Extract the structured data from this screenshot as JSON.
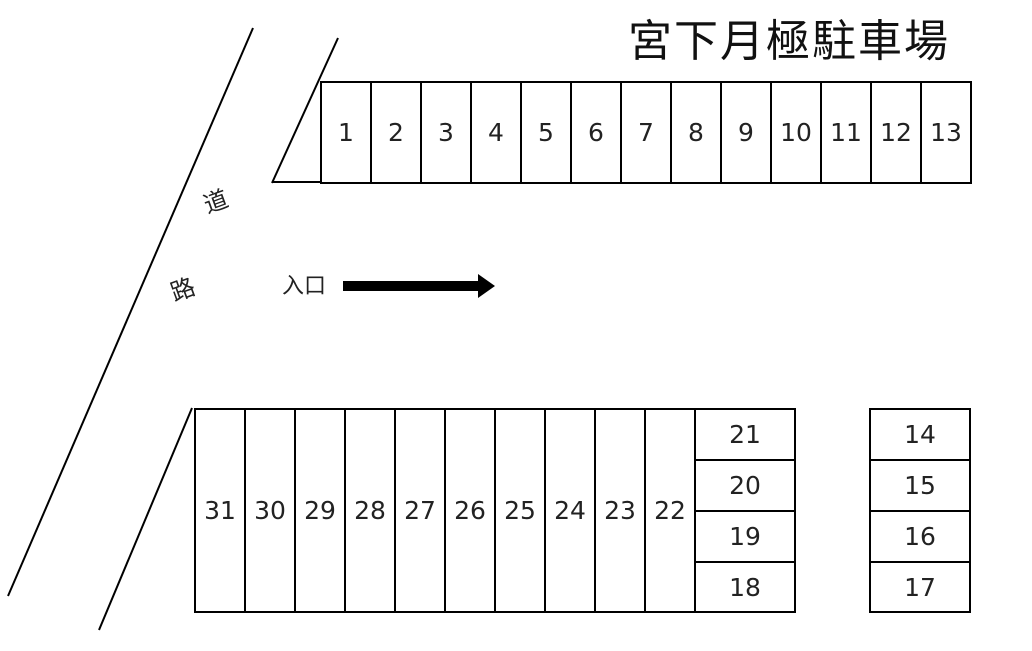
{
  "title": "宮下月極駐車場",
  "road": {
    "label_chars": [
      "道",
      "路"
    ]
  },
  "entrance": {
    "label": "入口",
    "arrow_direction": "right"
  },
  "colors": {
    "line": "#000000",
    "background": "#ffffff",
    "text": "#222222"
  },
  "top_row": {
    "stalls": [
      "1",
      "2",
      "3",
      "4",
      "5",
      "6",
      "7",
      "8",
      "9",
      "10",
      "11",
      "12",
      "13"
    ]
  },
  "bottom_row": {
    "stalls": [
      "31",
      "30",
      "29",
      "28",
      "27",
      "26",
      "25",
      "24",
      "23",
      "22"
    ]
  },
  "stack_middle": {
    "stalls": [
      "21",
      "20",
      "19",
      "18"
    ]
  },
  "stack_right": {
    "stalls": [
      "14",
      "15",
      "16",
      "17"
    ]
  }
}
